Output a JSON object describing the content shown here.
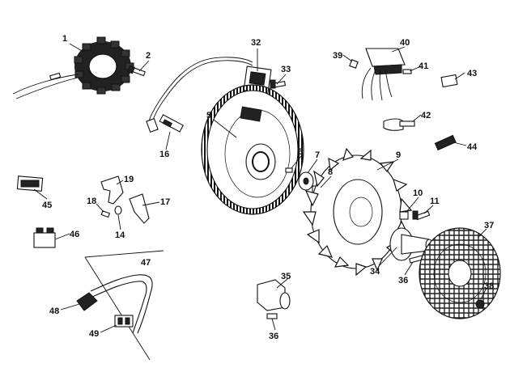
{
  "diagram": {
    "callouts": {
      "c1": "1",
      "c2": "2",
      "c5": "5",
      "c6": "6",
      "c7": "7",
      "c8": "8",
      "c9": "9",
      "c10": "10",
      "c11": "11",
      "c14": "14",
      "c16": "16",
      "c17": "17",
      "c18": "18",
      "c19": "19",
      "c32": "32",
      "c33": "33",
      "c34": "34",
      "c35": "35",
      "c36a": "36",
      "c36b": "36",
      "c37": "37",
      "c38": "38",
      "c39": "39",
      "c40": "40",
      "c41": "41",
      "c42": "42",
      "c43": "43",
      "c44": "44",
      "c45": "45",
      "c46": "46",
      "c47": "47",
      "c48": "48",
      "c49": "49"
    }
  }
}
